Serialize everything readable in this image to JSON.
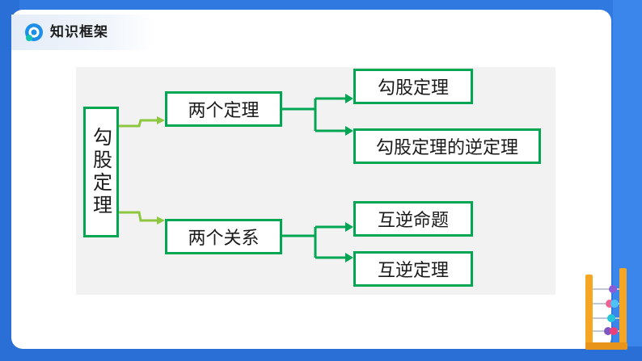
{
  "header": {
    "title": "知识框架"
  },
  "diagram": {
    "root": "勾股定理",
    "branches": [
      {
        "label": "两个定理",
        "children": [
          "勾股定理",
          "勾股定理的逆定理"
        ]
      },
      {
        "label": "两个关系",
        "children": [
          "互逆命题",
          "互逆定理"
        ]
      }
    ]
  },
  "colors": {
    "box_border": "#00a651",
    "tree_line": "#00a651",
    "root_connector": "#8dc63f",
    "background": "#2f79e0"
  }
}
